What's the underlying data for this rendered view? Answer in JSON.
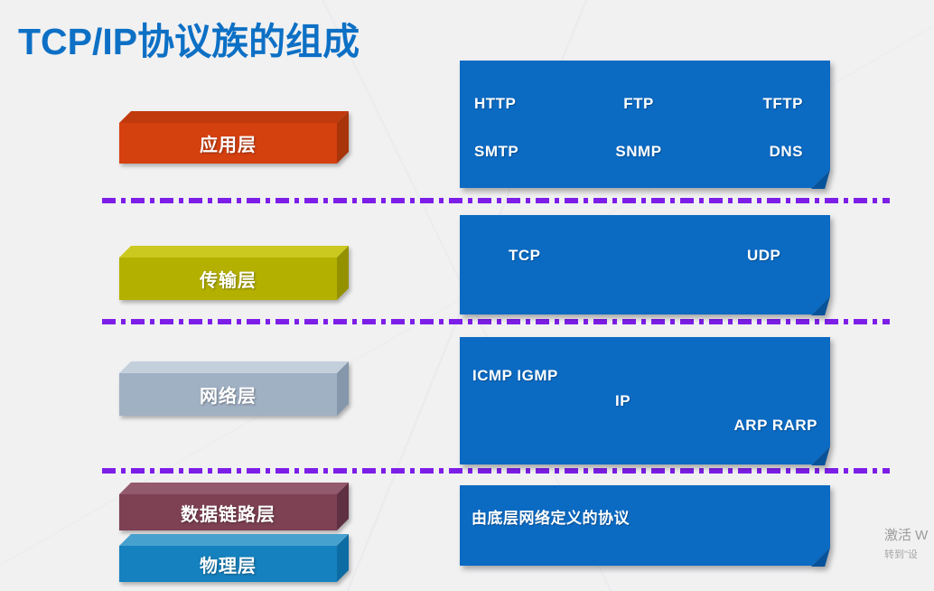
{
  "title": {
    "text": "TCP/IP协议族的组成"
  },
  "colors": {
    "title": "#0D70C5",
    "divider": "#7D1EE8",
    "protocol_box": "#0B6AC2",
    "protocol_fold": "#07539B",
    "watermark1": "#9B9B9B",
    "watermark2": "#A6A6A6"
  },
  "layers": [
    {
      "id": "application",
      "label": "应用层",
      "front": "#D5400F",
      "top": "#C13A0D",
      "side": "#A8340A"
    },
    {
      "id": "transport",
      "label": "传输层",
      "front": "#B4B000",
      "top": "#CBC91F",
      "side": "#949100"
    },
    {
      "id": "network",
      "label": "网络层",
      "front": "#A1B1C4",
      "top": "#C4CFDC",
      "side": "#8497AB"
    },
    {
      "id": "datalink",
      "label": "数据链路层",
      "front": "#7D4153",
      "top": "#93596D",
      "side": "#5E3041"
    },
    {
      "id": "physical",
      "label": "物理层",
      "front": "#1581BE",
      "top": "#47A1CE",
      "side": "#0E6CA4"
    }
  ],
  "protocols": {
    "application": {
      "row1": [
        "HTTP",
        "FTP",
        "TFTP"
      ],
      "row2": [
        "SMTP",
        "SNMP",
        "DNS"
      ]
    },
    "transport": {
      "left": "TCP",
      "right": "UDP"
    },
    "network": {
      "row1": "ICMP  IGMP",
      "row2": "IP",
      "row3": "ARP  RARP"
    },
    "link_physical": {
      "text": "由底层网络定义的协议"
    }
  },
  "watermark": {
    "line1": "激活 W",
    "line2": "转到\"设"
  }
}
